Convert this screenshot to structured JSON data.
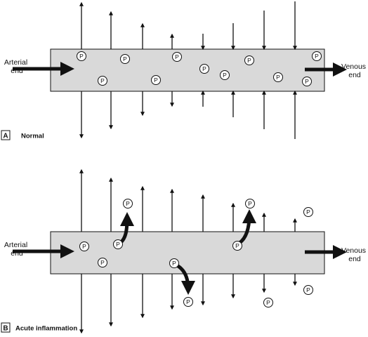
{
  "particle_symbol": "P",
  "colors": {
    "vessel_fill": "#d9d9d9",
    "stroke": "#111111"
  },
  "panels": [
    {
      "letter": "A",
      "caption": "Normal",
      "arterial_label": [
        "Arterial",
        "end"
      ],
      "venous_label": [
        "Venous",
        "end"
      ]
    },
    {
      "letter": "B",
      "caption": "Acute inflammation",
      "arterial_label": [
        "Arterial",
        "end"
      ],
      "venous_label": [
        "Venous",
        "end"
      ]
    }
  ]
}
